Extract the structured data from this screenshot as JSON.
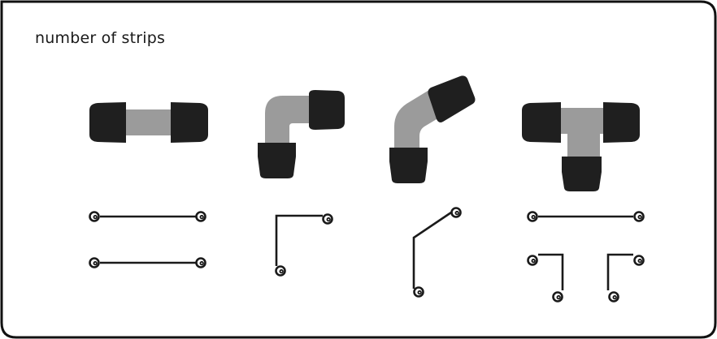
{
  "title": "number of strips",
  "colors": {
    "border": "#111111",
    "fitting_end": "#1f1f1f",
    "pipe": "#9b9b9b",
    "strip": "#1a1a1a",
    "background": "#ffffff"
  },
  "fittings": [
    {
      "name": "straight-coupling",
      "strip_count": 2
    },
    {
      "name": "elbow-90",
      "strip_count": 1
    },
    {
      "name": "elbow-45",
      "strip_count": 1
    },
    {
      "name": "tee",
      "strip_count": 3
    }
  ]
}
